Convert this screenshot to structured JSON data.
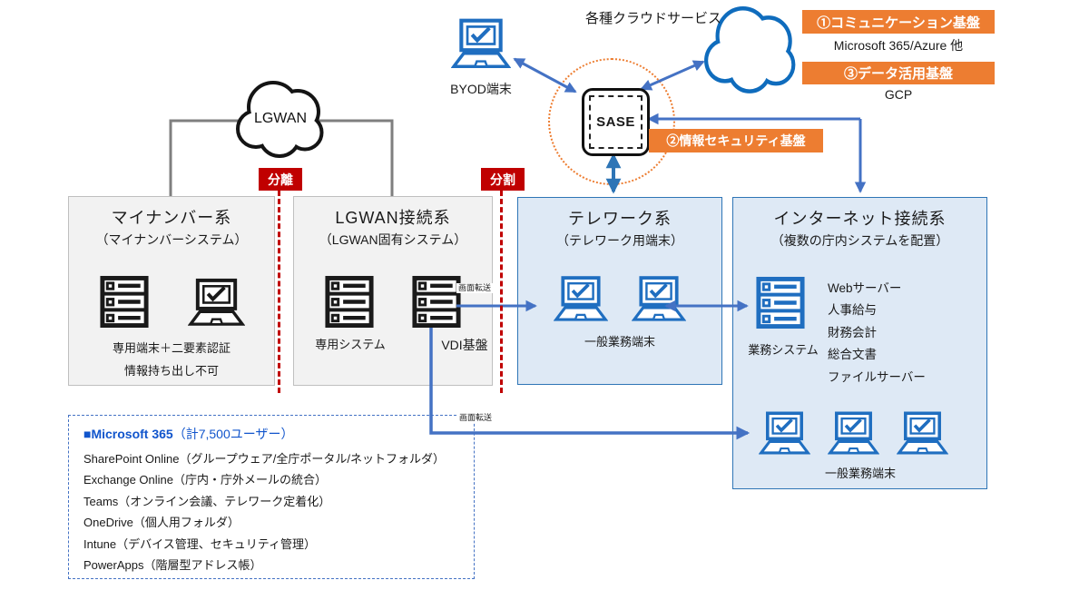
{
  "colors": {
    "accent_orange": "#ED7D31",
    "separator_red": "#C00000",
    "connector_blue": "#4472C4",
    "deep_blue": "#2E75B6",
    "icon_blue": "#1F6EC0",
    "cloud_blue": "#0F6CBD",
    "zone_blue_fill": "#DEE9F5",
    "zone_gray_fill": "#F2F2F2"
  },
  "top": {
    "cloud_services_label": "各種クラウドサービス",
    "byod_label": "BYOD端末",
    "lgwan_label": "LGWAN",
    "sase_label": "SASE"
  },
  "badges": {
    "communication": {
      "label": "①コミュニケーション基盤",
      "caption": "Microsoft 365/Azure 他"
    },
    "data_platform": {
      "label": "③データ活用基盤",
      "caption": "GCP"
    },
    "security": {
      "label": "②情報セキュリティ基盤"
    }
  },
  "separators": {
    "separate_label": "分離",
    "split_label": "分割"
  },
  "zones": {
    "mynumber": {
      "title": "マイナンバー系",
      "subtitle": "（マイナンバーシステム）",
      "caption1": "専用端末＋二要素認証",
      "caption2": "情報持ち出し不可"
    },
    "lgwan": {
      "title": "LGWAN接続系",
      "subtitle": "（LGWAN固有システム）",
      "server_label": "専用システム",
      "vdi_label": "VDI基盤"
    },
    "telework": {
      "title": "テレワーク系",
      "subtitle": "（テレワーク用端末）",
      "caption": "一般業務端末"
    },
    "internet": {
      "title": "インターネット接続系",
      "subtitle": "（複数の庁内システムを配置）",
      "server_label": "業務システム",
      "systems": [
        "Webサーバー",
        "人事給与",
        "財務会計",
        "総合文書",
        "ファイルサーバー"
      ],
      "caption": "一般業務端末"
    }
  },
  "edges": {
    "screen_transfer_1": "画面転送",
    "screen_transfer_2": "画面転送"
  },
  "m365": {
    "title": "■Microsoft 365",
    "users": "（計7,500ユーザー）",
    "items": [
      "SharePoint Online（グループウェア/全庁ポータル/ネットフォルダ）",
      "Exchange Online（庁内・庁外メールの統合）",
      "Teams（オンライン会議、テレワーク定着化）",
      "OneDrive（個人用フォルダ）",
      "Intune（デバイス管理、セキュリティ管理）",
      "PowerApps（階層型アドレス帳）"
    ]
  }
}
